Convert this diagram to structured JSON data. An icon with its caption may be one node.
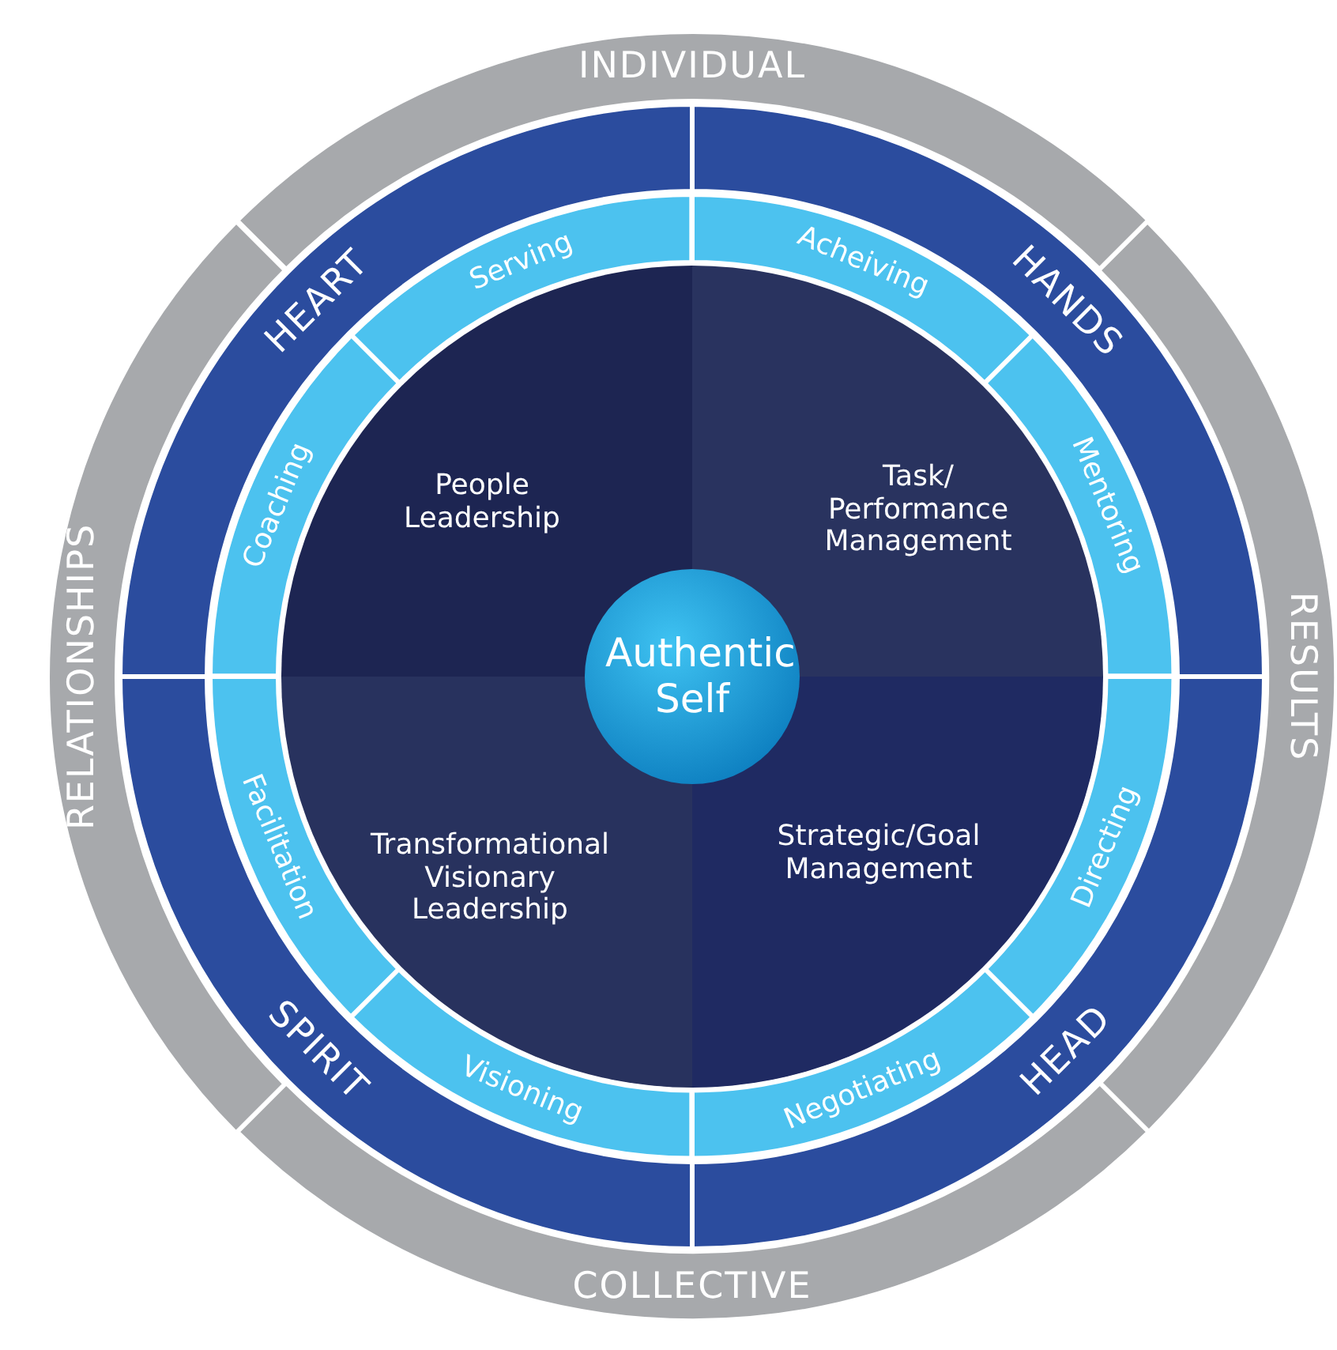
{
  "diagram": {
    "nodes": [
      {
        "text": [
          "INDIVIDUAL"
        ]
      },
      {
        "text": [
          "HEART"
        ]
      },
      {
        "text": [
          "HANDS"
        ]
      },
      {
        "text": [
          "Serving"
        ]
      },
      {
        "text": [
          "Acheiving"
        ]
      },
      {
        "text": [
          "Coaching"
        ]
      },
      {
        "text": [
          "People Leadership"
        ]
      },
      {
        "text": [
          "Task/ Performance Management"
        ]
      },
      {
        "text": [
          "Mentoring"
        ]
      },
      {
        "text": [
          "RELATIONSHIPS"
        ]
      },
      {
        "text": [
          "Authentic Self"
        ]
      },
      {
        "text": [
          "RESULTS"
        ]
      },
      {
        "text": [
          "Facilitation"
        ]
      },
      {
        "text": [
          "Transformational Visionary Leadership"
        ]
      },
      {
        "text": [
          "Strategic/Goal Management"
        ]
      },
      {
        "text": [
          "Directing"
        ]
      },
      {
        "text": [
          "SPIRIT"
        ]
      },
      {
        "text": [
          "Visioning"
        ]
      },
      {
        "text": [
          "Negotiating"
        ]
      },
      {
        "text": [
          "HEAD"
        ]
      },
      {
        "text": [
          "COLLECTIVE"
        ]
      }
    ]
  }
}
